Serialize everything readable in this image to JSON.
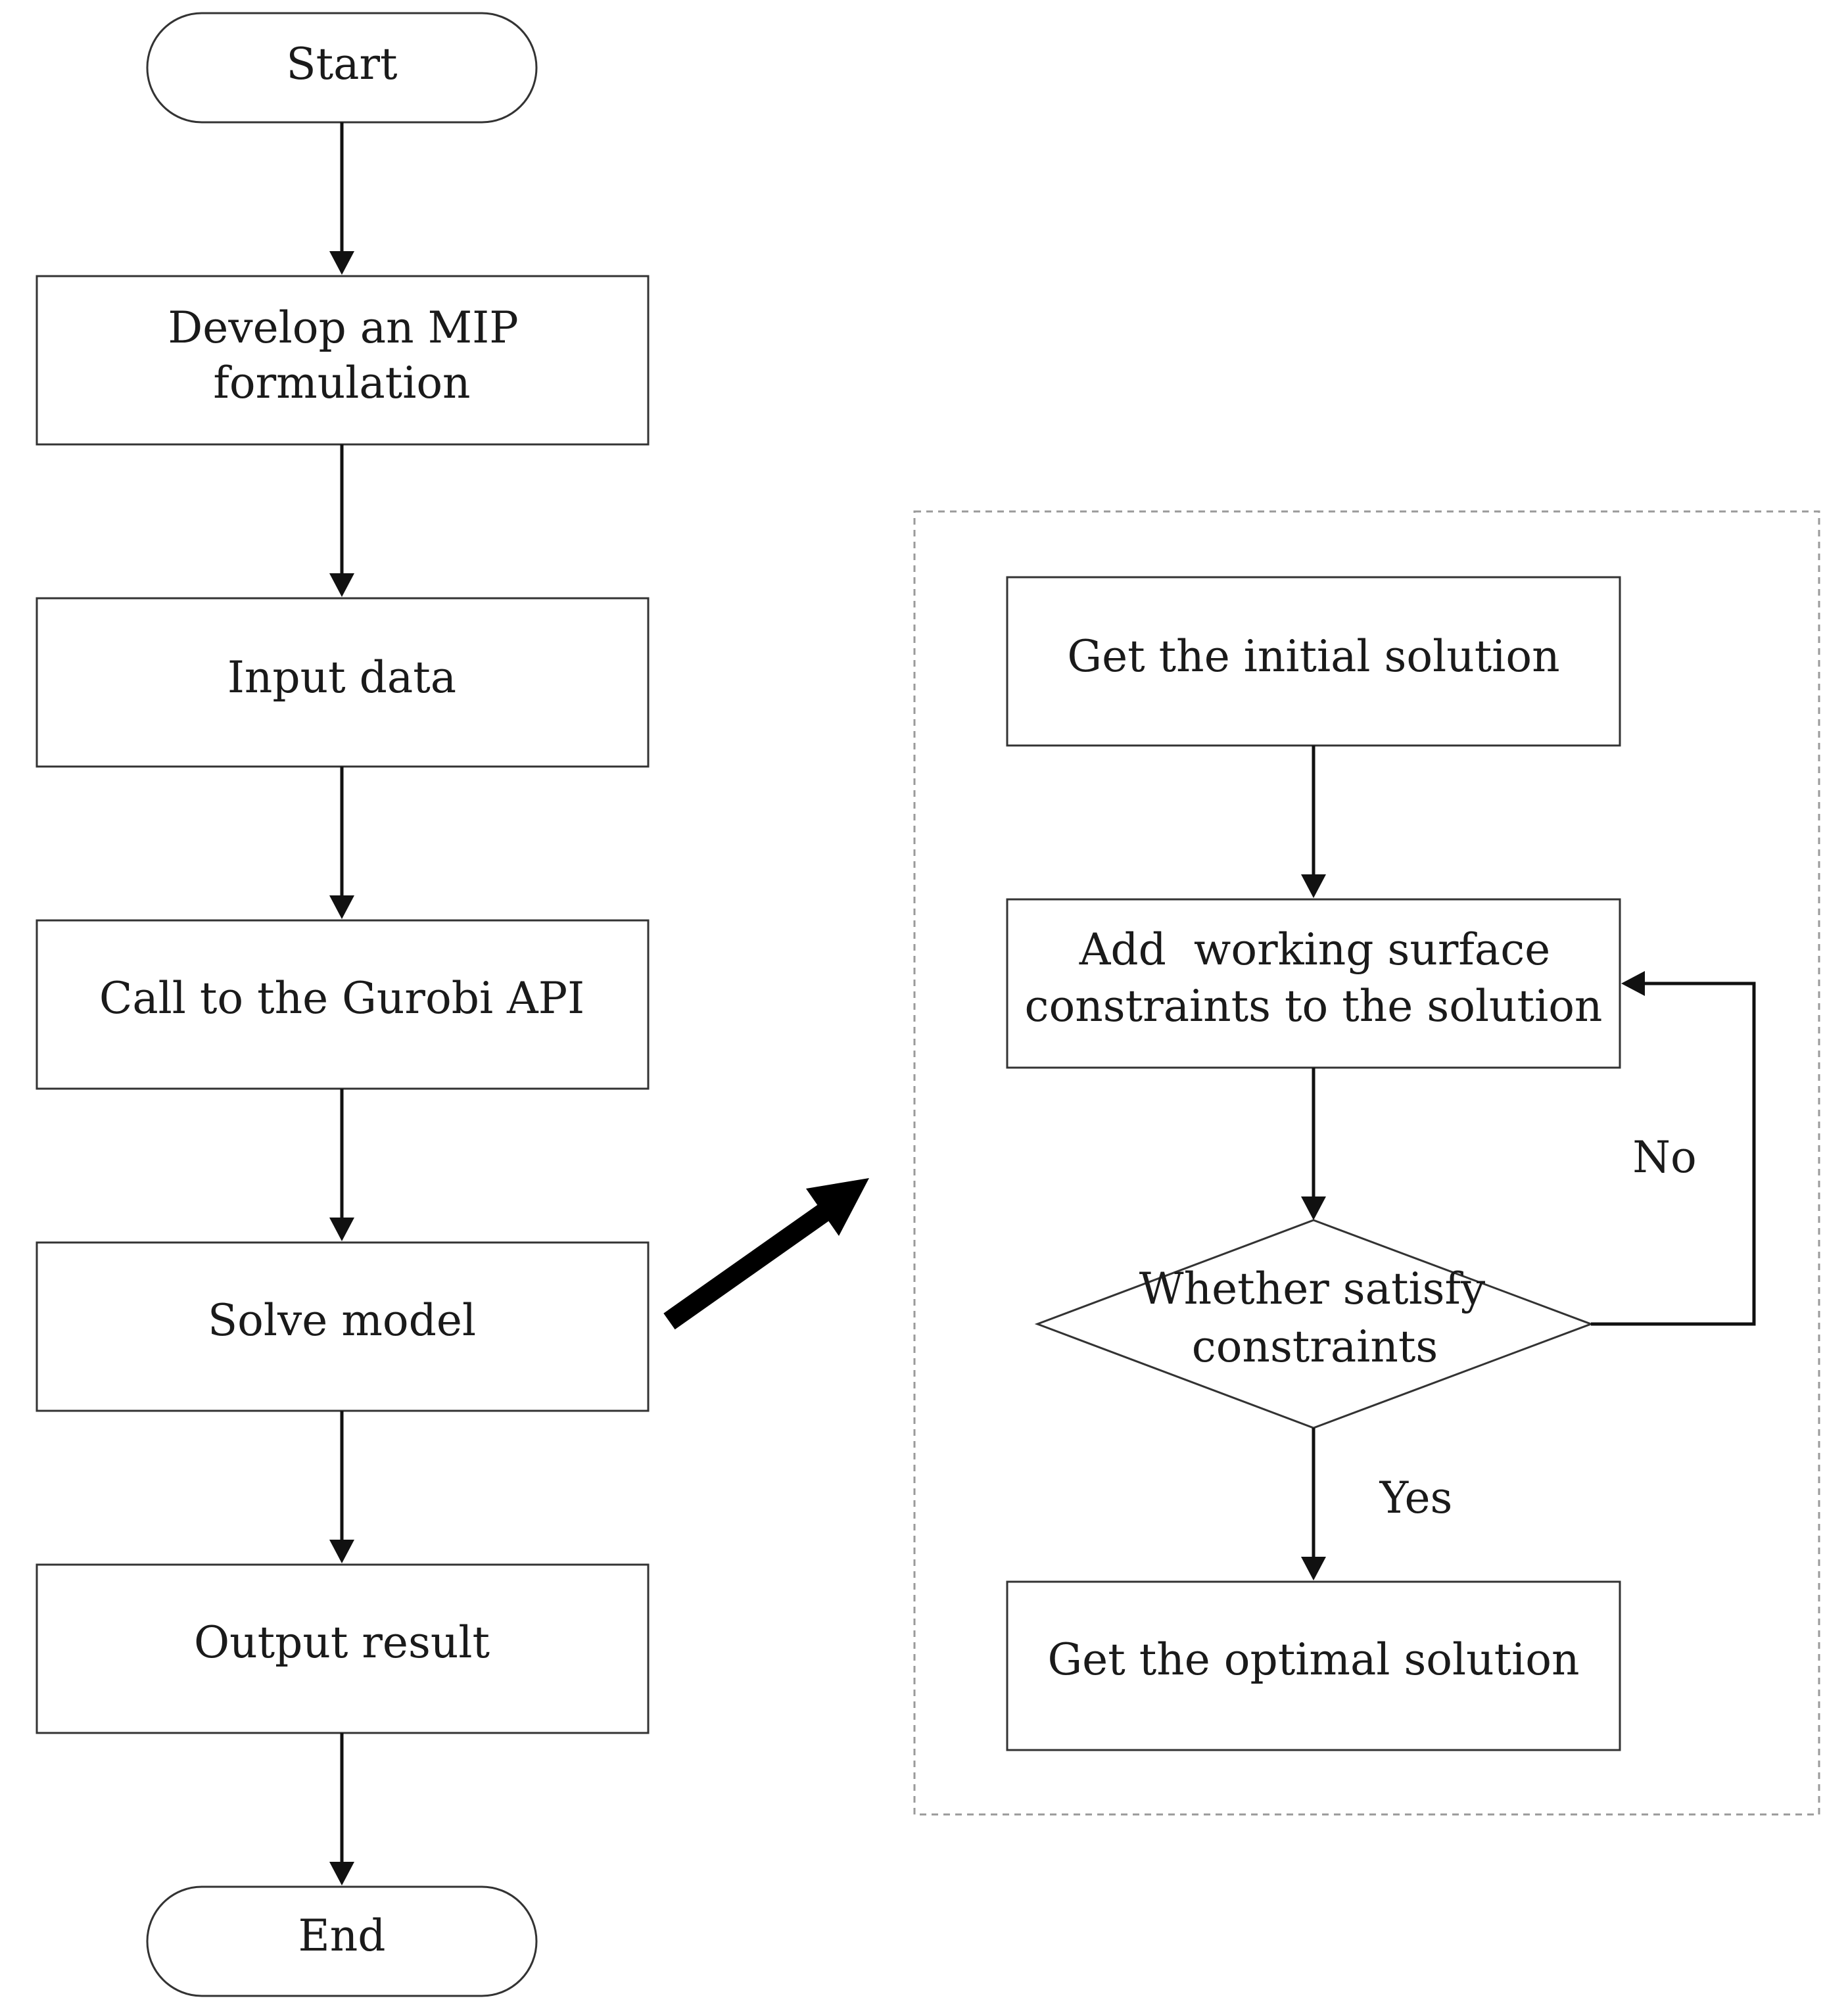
{
  "left_flow": {
    "start": "Start",
    "develop": [
      "Develop an MIP",
      "formulation"
    ],
    "input": "Input data",
    "call": "Call to the Gurobi API",
    "solve": "Solve model",
    "output": "Output result",
    "end": "End"
  },
  "right_flow": {
    "initial": "Get the initial solution",
    "add": [
      "Add  working surface",
      "constraints to the solution"
    ],
    "decision": [
      "Whether satisfy",
      "constraints"
    ],
    "optimal": "Get the optimal solution",
    "no_label": "No",
    "yes_label": "Yes"
  }
}
